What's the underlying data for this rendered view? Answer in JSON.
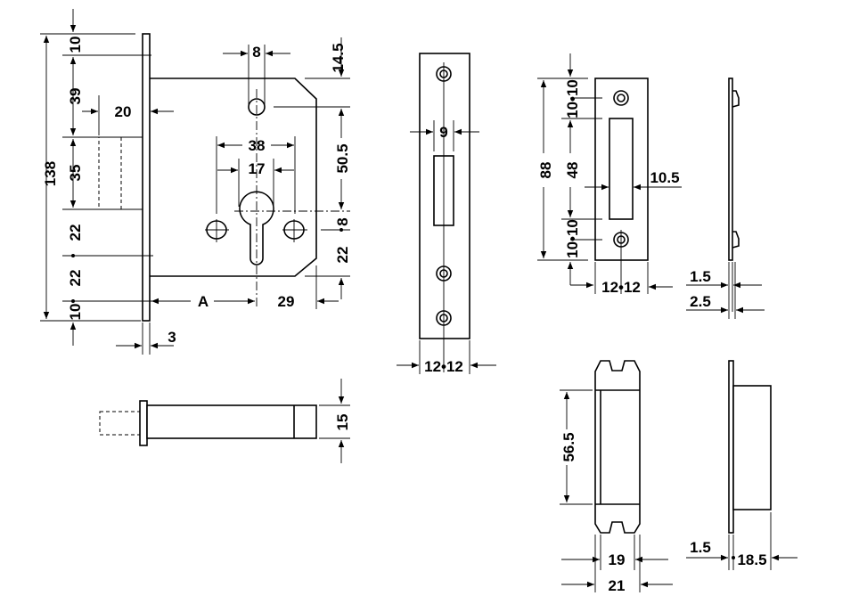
{
  "lockcase_front": {
    "total_height": "138",
    "chain": [
      "10",
      "39",
      "35",
      "22",
      "22",
      "10"
    ],
    "bolt_offset": "20",
    "hole_dia": "8",
    "top_offset": "14.5",
    "hole_spacing": "38",
    "cylinder_width": "17",
    "hole_to_cylinder": "50.5",
    "cylinder_offset": "8",
    "bottom_offset": "22",
    "backset": "A",
    "backset_extra": "29",
    "faceplate_thickness": "3"
  },
  "bolt_side": {
    "bolt_height": "15"
  },
  "strike_plate_1": {
    "slot_width": "9",
    "width": "12•12"
  },
  "strike_plate_2": {
    "height": "88",
    "top": "10•10",
    "slot_height": "48",
    "bottom": "10•10",
    "slot_width": "10.5",
    "width": "12•12",
    "thickness_1": "1.5",
    "thickness_2": "2.5"
  },
  "box_strike": {
    "height": "56.5",
    "inner_width": "19",
    "outer_width": "21",
    "plate_thickness": "1.5",
    "depth": "18.5"
  }
}
